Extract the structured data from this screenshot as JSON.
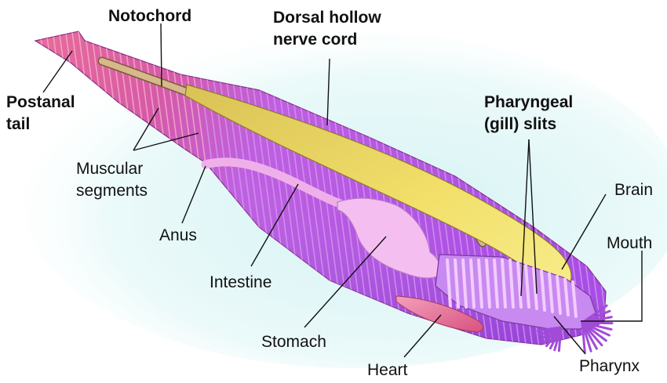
{
  "labels": {
    "notochord": "Notochord",
    "dorsal_line1": "Dorsal hollow",
    "dorsal_line2": "nerve cord",
    "postanal_line1": "Postanal",
    "postanal_line2": "tail",
    "pharyngeal_line1": "Pharyngeal",
    "pharyngeal_line2": "(gill) slits",
    "muscular_line1": "Muscular",
    "muscular_line2": "segments",
    "anus": "Anus",
    "intestine": "Intestine",
    "stomach": "Stomach",
    "heart": "Heart",
    "brain": "Brain",
    "mouth": "Mouth",
    "pharynx": "Pharynx"
  },
  "colors": {
    "body_purple": "#b25ee8",
    "body_tail_pink": "#e0608c",
    "notochord_tan": "#d6b88a",
    "nerve_cord_yellow": "#e8d24a",
    "gut_pink": "#f0b4ee",
    "heart_pink": "#e86e9a",
    "halo_cyan": "#d4f2f4"
  }
}
